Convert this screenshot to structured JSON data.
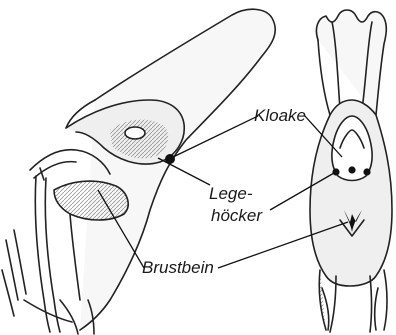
{
  "labels": {
    "kloake": "Kloake",
    "lege_line1": "Lege-",
    "lege_line2": "höcker",
    "brustbein": "Brustbein"
  }
}
